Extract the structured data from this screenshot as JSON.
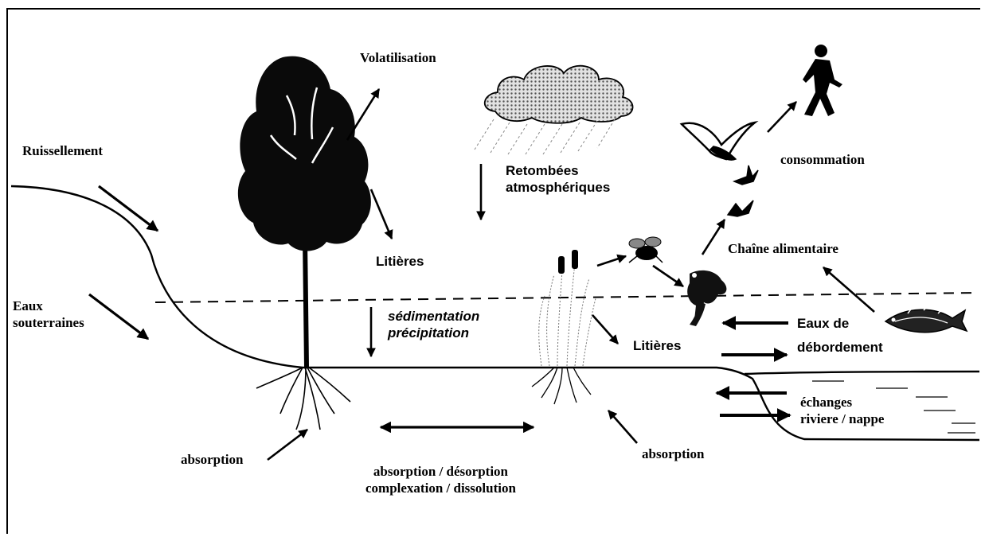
{
  "labels": {
    "volatilisation": "Volatilisation",
    "ruissellement": "Ruissellement",
    "retombees_1": "Retombées",
    "retombees_2": "atmosphériques",
    "consommation": "consommation",
    "litieres_tree": "Litières",
    "chaine": "Chaîne alimentaire",
    "eaux_sout_1": "Eaux",
    "eaux_sout_2": "souterraines",
    "sedimentation": "sédimentation",
    "precipitation": "précipitation",
    "litieres_reed": "Litières",
    "eaux_debord_1": "Eaux de",
    "eaux_debord_2": "débordement",
    "echanges_1": "échanges",
    "echanges_2": "riviere / nappe",
    "absorption_left": "absorption",
    "absorption_right": "absorption",
    "absorption_desorption": "absorption / désorption",
    "complexation": "complexation / dissolution"
  },
  "icons": {
    "tree": "tree-icon",
    "cloud": "rain-cloud-icon",
    "human": "walking-person-icon",
    "birds": "bird-icon",
    "insect": "insect-icon",
    "frog": "frog-icon",
    "fish": "fish-icon",
    "reeds": "cattail-reed-icon"
  },
  "colors": {
    "ink": "#000000",
    "background": "#ffffff",
    "cloud_fill": "#bdbdbd"
  }
}
